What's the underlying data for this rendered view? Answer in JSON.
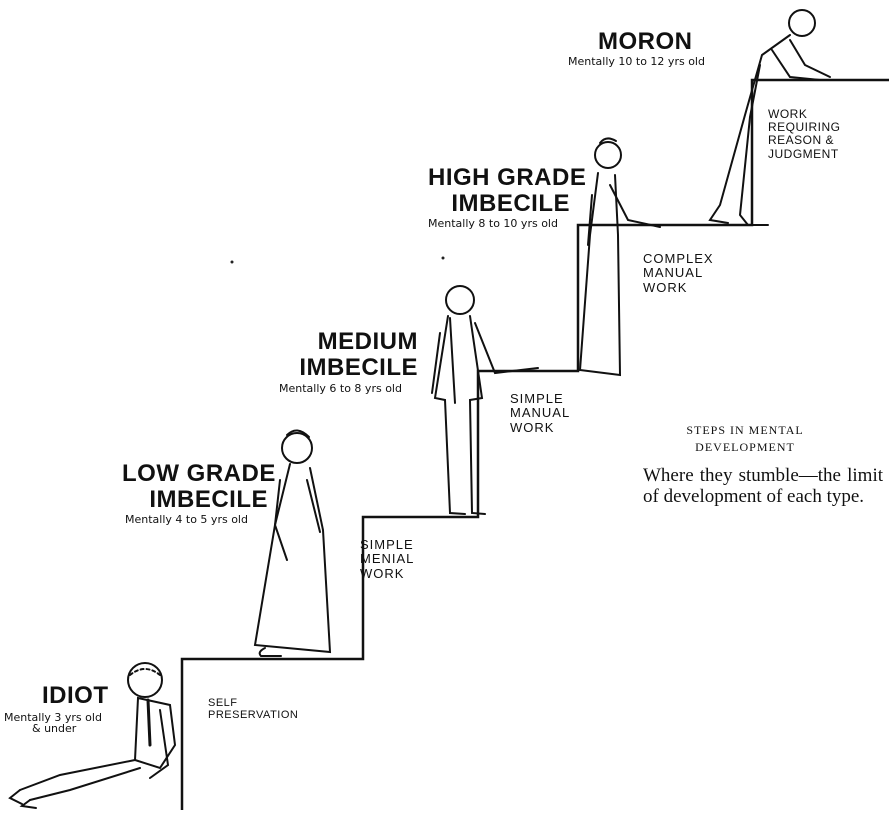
{
  "steps": [
    {
      "title_lines": [
        "IDIOT"
      ],
      "subtitle_lines": [
        "Mentally 3 yrs old",
        "& under"
      ],
      "work_lines": [
        "SELF",
        "PRESERVATION"
      ]
    },
    {
      "title_lines": [
        "LOW GRADE",
        "IMBECILE"
      ],
      "subtitle_lines": [
        "Mentally 4 to 5 yrs old"
      ],
      "work_lines": [
        "SIMPLE",
        "MENIAL",
        "WORK"
      ]
    },
    {
      "title_lines": [
        "MEDIUM",
        "IMBECILE"
      ],
      "subtitle_lines": [
        "Mentally 6 to 8 yrs old"
      ],
      "work_lines": [
        "SIMPLE",
        "MANUAL",
        "WORK"
      ]
    },
    {
      "title_lines": [
        "HIGH GRADE",
        "IMBECILE"
      ],
      "subtitle_lines": [
        "Mentally 8 to 10 yrs old"
      ],
      "work_lines": [
        "COMPLEX",
        "MANUAL",
        "WORK"
      ]
    },
    {
      "title_lines": [
        "MORON"
      ],
      "subtitle_lines": [
        "Mentally 10 to 12 yrs old"
      ],
      "work_lines": [
        "WORK",
        "REQUIRING",
        "REASON &",
        "JUDGMENT"
      ]
    }
  ],
  "caption": {
    "heading": "STEPS IN MENTAL\nDEVELOPMENT",
    "body": "Where they stumble—the limit of development of each type."
  }
}
